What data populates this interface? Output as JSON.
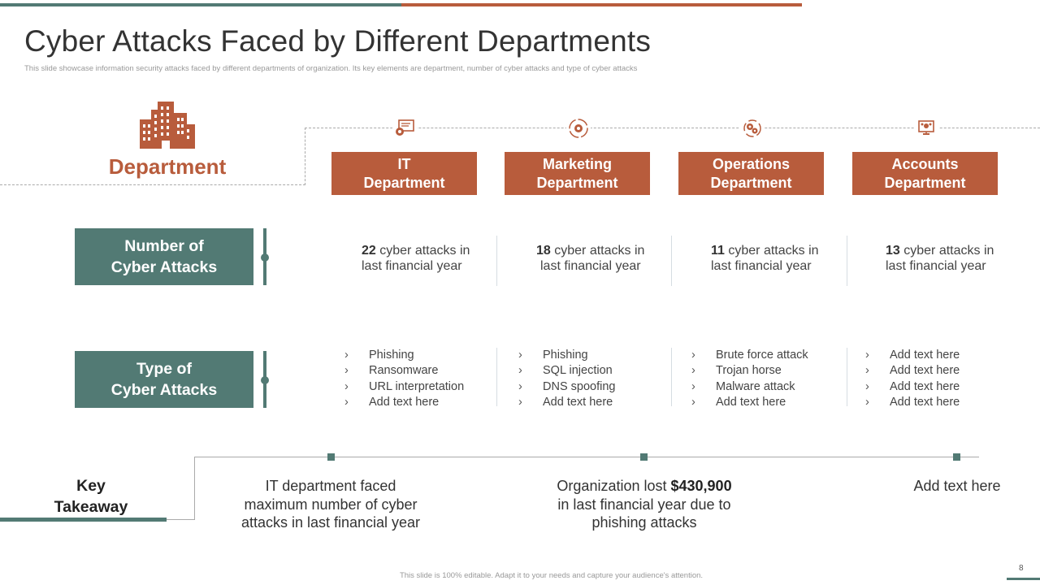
{
  "title": "Cyber Attacks Faced by Different Departments",
  "subtitle": "This slide showcase information security attacks faced by different departments of organization. Its key elements are department, number of cyber attacks and type of cyber attacks",
  "department_label": "Department",
  "rows": {
    "number_label": [
      "Number of",
      "Cyber Attacks"
    ],
    "type_label": [
      "Type of",
      "Cyber Attacks"
    ]
  },
  "departments": [
    {
      "name": [
        "IT",
        "Department"
      ],
      "icon": "presentation-board-icon",
      "count": "22",
      "count_text": "cyber attacks in",
      "count_text2": "last financial year",
      "attacks": [
        "Phishing",
        "Ransomware",
        "URL interpretation",
        "Add text here"
      ]
    },
    {
      "name": [
        "Marketing",
        "Department"
      ],
      "icon": "target-cycle-icon",
      "count": "18",
      "count_text": "cyber attacks in",
      "count_text2": "last financial year",
      "attacks": [
        "Phishing",
        "SQL injection",
        "DNS spoofing",
        "Add text here"
      ]
    },
    {
      "name": [
        "Operations",
        "Department"
      ],
      "icon": "gears-cycle-icon",
      "count": "11",
      "count_text": "cyber attacks in",
      "count_text2": "last financial year",
      "attacks": [
        "Brute force attack",
        "Trojan horse",
        "Malware attack",
        "Add text here"
      ]
    },
    {
      "name": [
        "Accounts",
        "Department"
      ],
      "icon": "monitor-network-icon",
      "count": "13",
      "count_text": "cyber attacks in",
      "count_text2": "last financial year",
      "attacks": [
        "Add text here",
        "Add text here",
        "Add text here",
        "Add text here"
      ]
    }
  ],
  "bullet_glyph": "›",
  "key_takeaway": {
    "label": [
      "Key",
      "Takeaway"
    ],
    "items": [
      {
        "lines": [
          "IT department faced",
          "maximum number of cyber",
          "attacks in last financial year"
        ]
      },
      {
        "line1_pre": "Organization lost ",
        "line1_bold": "$430,900",
        "lines": [
          "in last financial year due to",
          "phishing attacks"
        ]
      },
      {
        "lines": [
          "Add text here"
        ]
      }
    ]
  },
  "footer": "This slide is 100% editable. Adapt it to your needs and capture your audience's attention.",
  "page_number": "8",
  "colors": {
    "accent": "#b85c3c",
    "teal": "#527a74"
  }
}
